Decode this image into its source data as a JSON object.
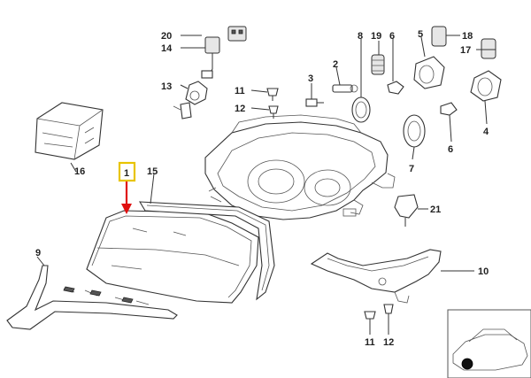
{
  "diagram": {
    "callouts": [
      {
        "id": "c20",
        "text": "20"
      },
      {
        "id": "c14",
        "text": "14"
      },
      {
        "id": "c13",
        "text": "13"
      },
      {
        "id": "c16",
        "text": "16"
      },
      {
        "id": "c1",
        "text": "1"
      },
      {
        "id": "c15",
        "text": "15"
      },
      {
        "id": "c9",
        "text": "9"
      },
      {
        "id": "c11a",
        "text": "11"
      },
      {
        "id": "c12a",
        "text": "12"
      },
      {
        "id": "c3",
        "text": "3"
      },
      {
        "id": "c2",
        "text": "2"
      },
      {
        "id": "c8",
        "text": "8"
      },
      {
        "id": "c19",
        "text": "19"
      },
      {
        "id": "c6a",
        "text": "6"
      },
      {
        "id": "c5",
        "text": "5"
      },
      {
        "id": "c18",
        "text": "18"
      },
      {
        "id": "c17",
        "text": "17"
      },
      {
        "id": "c4",
        "text": "4"
      },
      {
        "id": "c7",
        "text": "7"
      },
      {
        "id": "c6b",
        "text": "6"
      },
      {
        "id": "c21",
        "text": "21"
      },
      {
        "id": "c10",
        "text": "10"
      },
      {
        "id": "c11b",
        "text": "11"
      },
      {
        "id": "c12b",
        "text": "12"
      }
    ],
    "highlight": {
      "part": "1",
      "box_color": "#e8c400",
      "arrow_color": "#e01010"
    }
  }
}
